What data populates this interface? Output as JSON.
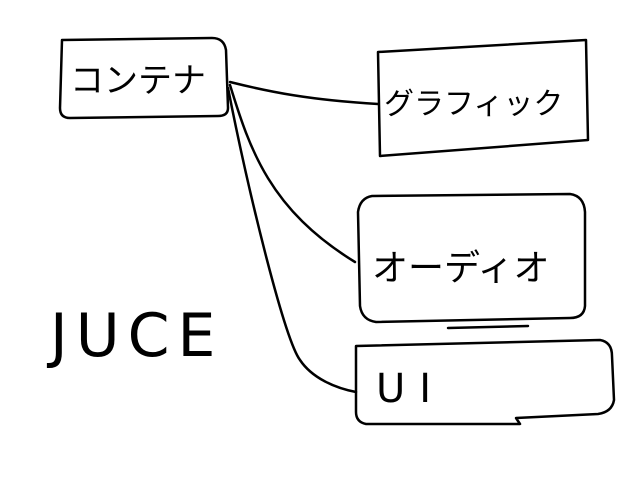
{
  "diagram": {
    "title": "JUCE",
    "root": {
      "label": "コンテナ"
    },
    "children": [
      {
        "label": "グラフィック"
      },
      {
        "label": "オーディオ"
      },
      {
        "label": "UI"
      }
    ]
  },
  "colors": {
    "ink": "#000000",
    "background": "#ffffff"
  }
}
